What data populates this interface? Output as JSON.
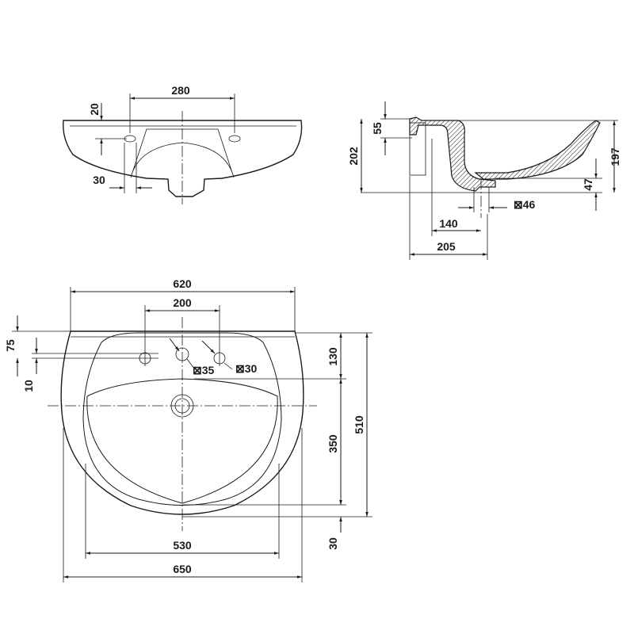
{
  "front_view": {
    "dim_tap_spacing": "280",
    "dim_tap_height": "20",
    "dim_tap_offset": "30"
  },
  "side_view": {
    "dim_front_height": "55",
    "dim_total_height": "202",
    "dim_bowl_height": "197",
    "dim_drain_height": "47",
    "dim_drain_diameter": "⊠46",
    "dim_drain_distance": "140",
    "dim_depth": "205"
  },
  "top_view": {
    "dim_outer_width": "620",
    "dim_tap_spacing": "200",
    "dim_back_offset": "75",
    "dim_hole_offset": "10",
    "dim_hole_center": "⊠35",
    "dim_hole_side": "⊠30",
    "dim_back_to_bowl": "130",
    "dim_bowl_depth": "350",
    "dim_total_depth": "510",
    "dim_front_rim": "30",
    "dim_inner_width": "530",
    "dim_overall_width": "650"
  }
}
